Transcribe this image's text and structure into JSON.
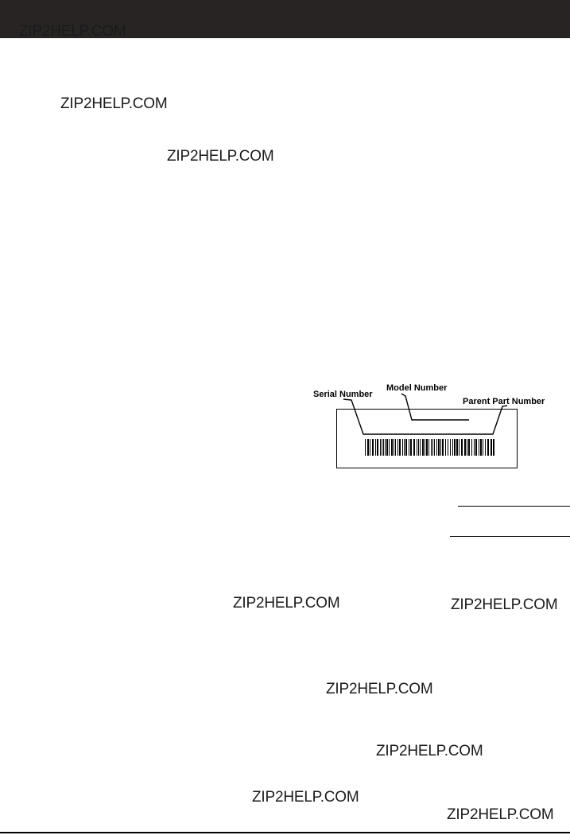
{
  "watermark": {
    "text": "ZIP2HELP.COM"
  },
  "label_diagram": {
    "serial_number": "Serial Number",
    "model_number": "Model Number",
    "parent_part_number": "Parent Part Number"
  },
  "colors": {
    "header_bar": "#282424",
    "text": "#1a1a1a"
  }
}
